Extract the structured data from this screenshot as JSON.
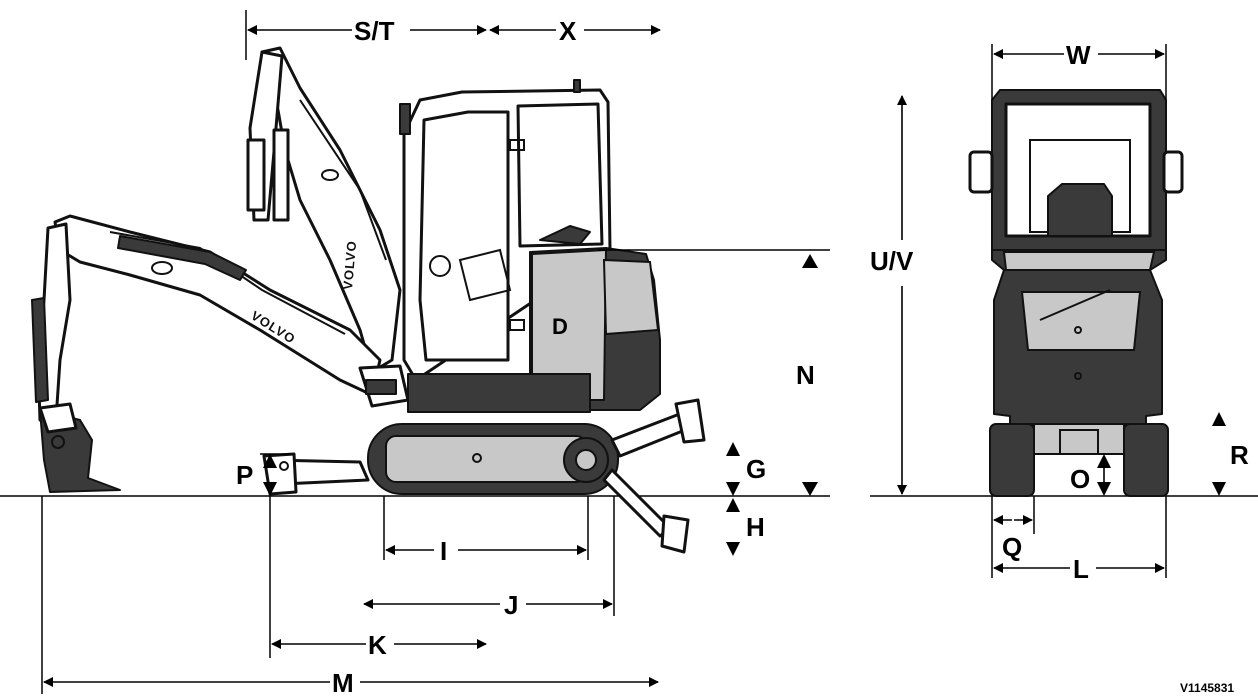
{
  "diagram": {
    "dimension_labels": {
      "st": "S/T",
      "x": "X",
      "w": "W",
      "uv": "U/V",
      "n": "N",
      "g": "G",
      "h": "H",
      "p": "P",
      "i": "I",
      "j": "J",
      "k": "K",
      "m": "M",
      "r": "R",
      "o": "O",
      "q": "Q",
      "l": "L"
    },
    "brand": {
      "boom_text": "VOLVO",
      "arm_text": "VOLVO",
      "badge": "D"
    },
    "reference_code": "V1145831"
  }
}
